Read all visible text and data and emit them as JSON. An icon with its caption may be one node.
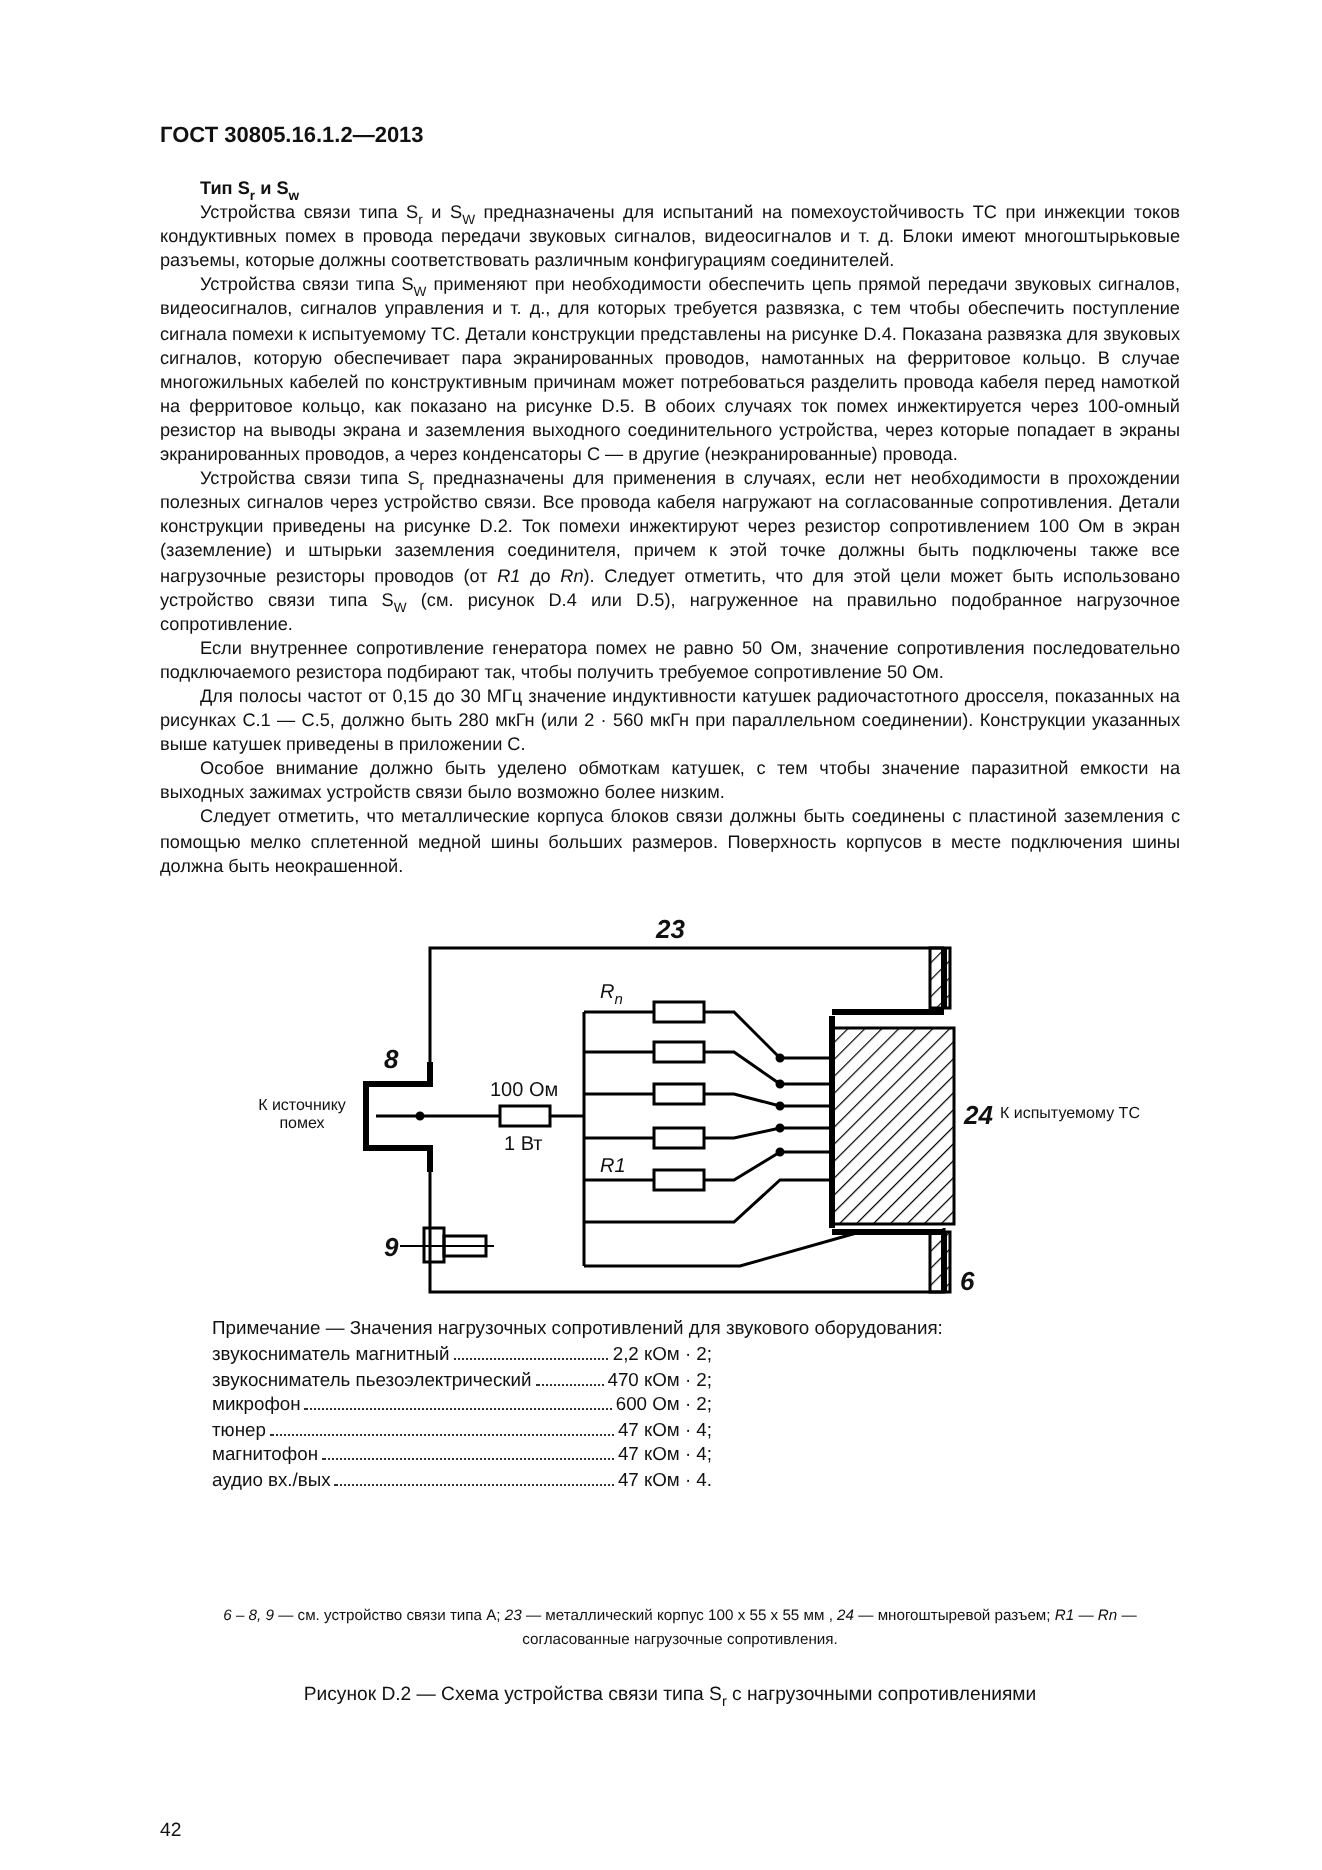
{
  "diagram": {
    "caption": "Рисунок D.2 — Схема устройства связи типа S$_{r}$ с нагрузочными сопротивлениями",
    "labels": [
      "ГОСТ 30805.16.1.2—2013",
      "Тип S$_{r}$ и S$_{w}$",
      "Устройства связи типа S$_{r}$ и S$_{W}$ предназначены для испытаний на помехоустойчивость ТС при инжекции токов кондуктивных помех в провода передачи звуковых сигналов, видеосигналов и т. д. Блоки имеют многоштырьковые разъемы, которые должны соответствовать различным конфигурациям соединителей.",
      "Устройства связи типа S$_{W}$ применяют при необходимости обеспечить цепь прямой передачи звуковых сигналов, видеосигналов, сигналов управления и т. д., для которых требуется развязка, с тем чтобы обеспечить поступление сигнала помехи к испытуемому ТС. Детали конструкции представлены на рисунке D.4. Показана развязка для звуковых сигналов, которую обеспечивает пара экранированных проводов, намотанных на ферритовое кольцо. В случае многожильных кабелей по конструктивным причинам может потребоваться разделить провода кабеля перед намоткой на ферритовое кольцо, как показано на рисунке D.5. В обоих случаях ток помех инжектируется через 100-омный резистор на выводы экрана и заземления выходного соединительного устройства, через которые попадает в экраны экранированных проводов, а через конденсаторы С — в другие (неэкранированные) провода.",
      "Устройства связи типа S$_{r}$ предназначены для применения в случаях, если нет необходимости в прохождении полезных сигналов через устройство связи. Все провода кабеля нагружают на согласованные сопротивления. Детали конструкции приведены на рисунке D.2. Ток помехи инжектируют через резистор сопротивлением 100 Ом в экран (заземление) и штырьки заземления соединителя, причем к этой точке должны быть подключены также все нагрузочные резисторы проводов (от *R1* до *Rn*). Следует отметить, что для этой цели может быть использовано устройство связи типа S$_{W}$ (см. рисунок D.4 или D.5), нагруженное на правильно подобранное нагрузочное сопротивление.",
      "Если внутреннее сопротивление генератора помех не равно 50 Ом, значение сопротивления последовательно подключаемого резистора подбирают так, чтобы получить требуемое сопротивление 50 Ом.",
      "Для полосы частот от 0,15 до 30 МГц значение индуктивности катушек радиочастотного дросселя, показанных на рисунках С.1 — С.5, должно быть 280 мкГн (или 2 · 560 мкГн при параллельном соединении). Конструкции указанных выше катушек приведены в приложении С.",
      "Особое внимание должно быть уделено обмоткам катушек, с тем чтобы значение паразитной емкости на выходных зажимах устройств связи было возможно более низким.",
      "Следует отметить, что металлические корпуса блоков связи должны быть соединены с пластиной заземления с помощью мелко сплетенной медной шины больших размеров. Поверхность корпусов в месте подключения шины должна быть неокрашенной.",
      "23",
      "R$_{n}$",
      "8",
      "К источнику помех",
      "100 Ом",
      "24",
      "К испытуемому ТС",
      "1 Вт",
      "R1",
      "9",
      "6",
      "Примечание — Значения нагрузочных сопротивлений для звукового оборудования:",
      "звукосниматель магнитный",
      "2,2 кОм · 2;",
      "звукосниматель пьезоэлектрический",
      "470 кОм · 2;",
      "микрофон",
      "600 Ом · 2;",
      "тюнер",
      "47 кОм · 4;",
      "магнитофон",
      "47 кОм · 4;",
      "аудио вх./вых",
      "47 кОм · 4.",
      "*6 – 8, 9* — см. устройство связи типа А; *23* — металлический корпус 100 x 55 x 55 мм , *24* — многоштыревой разъем; *R1* — *Rn* — согласованные нагрузочные сопротивления.",
      "42"
    ]
  }
}
